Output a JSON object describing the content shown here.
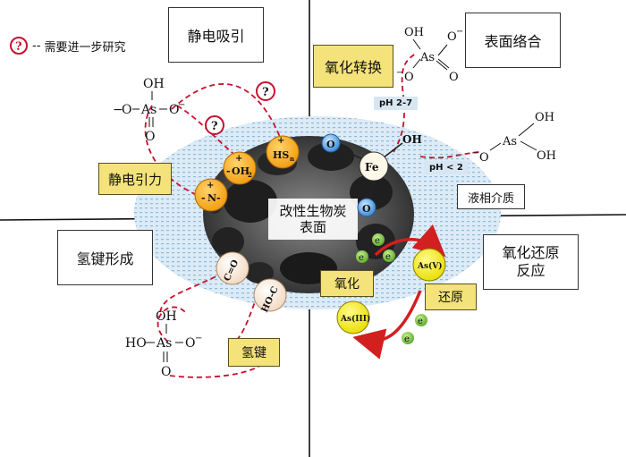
{
  "quadrants": {
    "electrostatic_attraction": "静电吸引",
    "surface_complexation": "表面络合",
    "hydrogen_bond_formation": "氢键形成",
    "redox_reaction": "氧化还原\n反应"
  },
  "tags": {
    "electrostatic_force": "静电引力",
    "oxidation_transformation": "氧化转换",
    "liquid_medium": "液相介质",
    "hydrogen_bond": "氢键",
    "oxidation": "氧化",
    "reduction": "还原"
  },
  "center_label": "改性生物炭\n表面",
  "legend_text": "需要进一步研究",
  "legend_symbol": "?",
  "ph_labels": {
    "ph_2_7": "pH 2-7",
    "ph_lt_2": "pH < 2"
  },
  "groups": {
    "hs": "HS",
    "oh2": "OH",
    "n": "N",
    "c_o": "C=O",
    "ho_c": "HO-C",
    "fe": "Fe",
    "o": "O",
    "as_v": "As(V)",
    "as_iii": "As(III)",
    "electron": "e"
  },
  "colors": {
    "orange": "#f7a61c",
    "gold_box": "#f4e27a",
    "red_dash": "#c8102e",
    "yellow_as": "#f2ea14",
    "green_e": "#7ac943",
    "cloud_blue": "#b9d6ec"
  }
}
